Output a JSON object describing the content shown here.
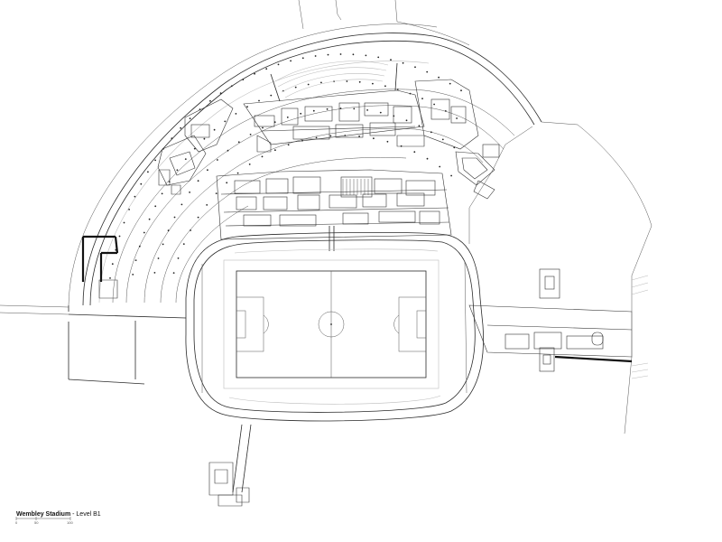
{
  "caption": {
    "title": "Wembley Stadium",
    "separator": " - ",
    "level": "Level B1"
  },
  "scale_bar": {
    "labels": [
      "0",
      "50",
      "100"
    ]
  }
}
